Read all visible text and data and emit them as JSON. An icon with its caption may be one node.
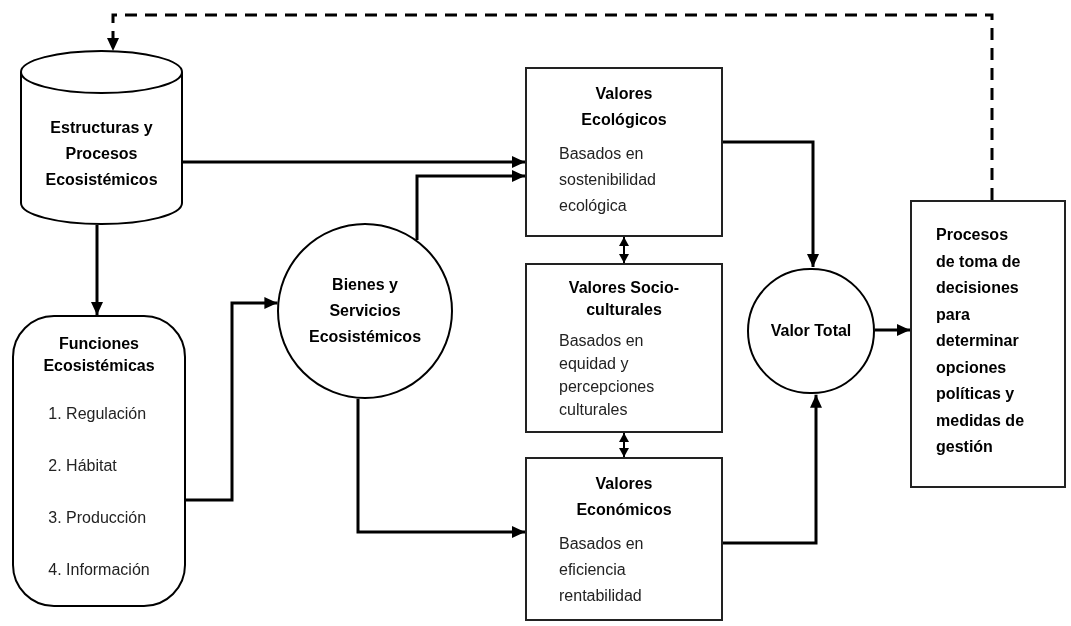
{
  "diagram": {
    "nodes": [
      {
        "text": [
          "Estructuras y Procesos Ecosistémicos"
        ]
      },
      {
        "text": [
          "Funciones Ecosistémicas",
          "1. Regulación",
          "2. Hábitat",
          "3. Producción",
          "4. Información"
        ]
      },
      {
        "text": [
          "Bienes y Servicios Ecosistémicos"
        ]
      },
      {
        "text": [
          "Valores Ecológicos",
          "Basados en sostenibilidad ecológica"
        ]
      },
      {
        "text": [
          "Valores Socio-culturales",
          "Basados en equidad y percepciones culturales"
        ]
      },
      {
        "text": [
          "Valores Económicos",
          "Basados en eficiencia rentabilidad"
        ]
      },
      {
        "text": [
          "Valor Total"
        ]
      },
      {
        "text": [
          "Procesos de toma de decisiones para determinar opciones políticas y medidas de gestión"
        ]
      }
    ],
    "edges": [
      {
        "from": 0,
        "to": 3,
        "arrow": "to"
      },
      {
        "from": 2,
        "to": 3,
        "arrow": "to"
      },
      {
        "from": 0,
        "to": 1,
        "arrow": "to"
      },
      {
        "from": 1,
        "to": 2,
        "arrow": "to"
      },
      {
        "from": 2,
        "to": 5,
        "arrow": "to"
      },
      {
        "from": 3,
        "to": 4,
        "arrow": "both"
      },
      {
        "from": 4,
        "to": 5,
        "arrow": "both"
      },
      {
        "from": 3,
        "to": 6,
        "arrow": "to"
      },
      {
        "from": 5,
        "to": 6,
        "arrow": "to"
      },
      {
        "from": 6,
        "to": 7,
        "arrow": "to"
      },
      {
        "from": 7,
        "to": 0,
        "arrow": "to",
        "style": "dashed"
      }
    ]
  }
}
